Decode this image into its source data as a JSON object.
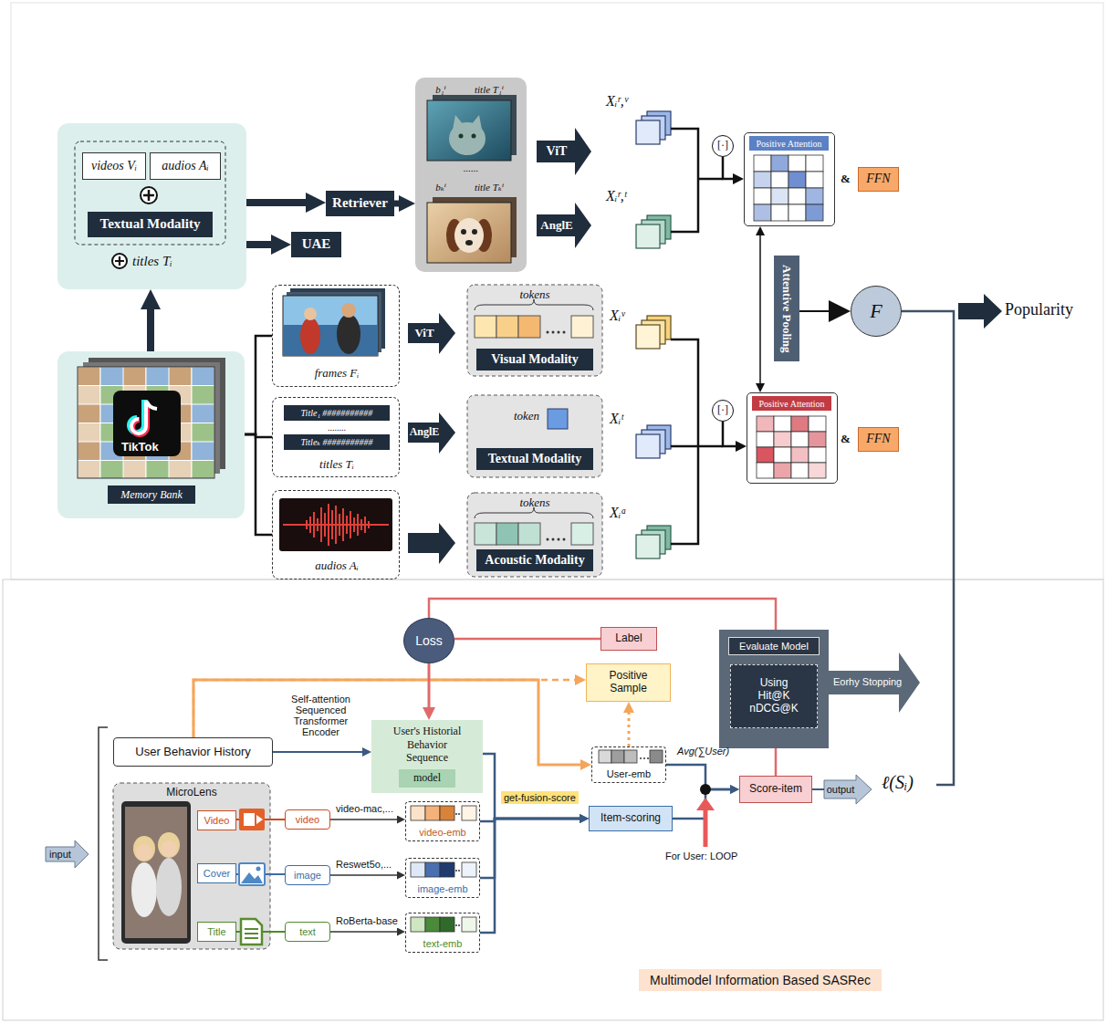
{
  "diagram": {
    "nodes": [
      {
        "text": [
          "titles Tᵢ"
        ]
      },
      {
        "text": [
          "videos Vᵢ"
        ],
        "in": 0
      },
      {
        "text": [
          "audios Aᵢ"
        ],
        "in": 0
      },
      {
        "text": [
          "Textual Modality"
        ],
        "in": 0
      },
      {
        "text": [
          "Retriever"
        ]
      },
      {
        "text": [
          "UAE"
        ]
      },
      {
        "text": [
          "b₁ⁱ",
          "title T₁ⁱ",
          "......",
          "bₖⁱ",
          "title Tₖⁱ"
        ]
      },
      {
        "text": [
          "ViT"
        ]
      },
      {
        "text": [
          "AnglE"
        ]
      },
      {
        "text": [
          "[·]"
        ]
      },
      {
        "text": [
          "Positive Attention"
        ]
      },
      {
        "text": [
          "FFN"
        ]
      },
      {
        "text": [
          "Attentive Pooling"
        ]
      },
      {
        "text": [
          "F"
        ]
      },
      {
        "text": [
          "Memory Bank"
        ]
      },
      {
        "text": [
          "frames Fᵢ"
        ]
      },
      {
        "text": [
          "ViT"
        ]
      },
      {
        "text": [
          "tokens",
          "Visual Modality"
        ]
      },
      {
        "text": [
          "Title₁ ###########",
          "........",
          "Titleₖ ###########",
          "titles Tᵢ"
        ]
      },
      {
        "text": [
          "AnglE"
        ]
      },
      {
        "text": [
          "token",
          "Textual Modality"
        ]
      },
      {
        "text": [
          "audios Aᵢ"
        ]
      },
      {
        "text": [
          "tokens",
          "Acoustic Modality"
        ]
      },
      {
        "text": [
          "[·]"
        ]
      },
      {
        "text": [
          "Positive Attention"
        ]
      },
      {
        "text": [
          "FFN"
        ]
      },
      {
        "text": [
          "Loss"
        ]
      },
      {
        "text": [
          "Label"
        ]
      },
      {
        "text": [
          "Positive Sample"
        ]
      },
      {
        "text": [
          "Evaluate Model"
        ]
      },
      {
        "text": [
          "Using",
          "Hit@K",
          "nDCG@K"
        ],
        "in": 29
      },
      {
        "text": [
          "User Behavior History"
        ]
      },
      {
        "text": [
          "User's Historial Behavior Sequence"
        ]
      },
      {
        "text": [
          "model"
        ],
        "in": 32
      },
      {
        "text": [
          "User-emb"
        ]
      },
      {
        "text": [
          "Item-scoring"
        ]
      },
      {
        "text": [
          "Score-item"
        ]
      },
      {
        "text": [
          "output"
        ]
      },
      {
        "text": [
          "MicroLens"
        ]
      },
      {
        "text": [
          "Video"
        ],
        "in": 38
      },
      {
        "text": [
          "Cover"
        ],
        "in": 38
      },
      {
        "text": [
          "Title"
        ],
        "in": 38
      },
      {
        "text": [
          "video"
        ]
      },
      {
        "text": [
          "image"
        ]
      },
      {
        "text": [
          "text"
        ]
      },
      {
        "text": [
          "video-emb"
        ]
      },
      {
        "text": [
          "image-emb"
        ]
      },
      {
        "text": [
          "text-emb"
        ]
      },
      {
        "text": [
          "input"
        ]
      }
    ],
    "edges": [
      {
        "from": 14,
        "to": 0,
        "arrow": "to"
      },
      {
        "from": 0,
        "to": 4,
        "arrow": "to"
      },
      {
        "from": 0,
        "to": 5,
        "arrow": "to"
      },
      {
        "from": 4,
        "to": 6,
        "arrow": "to"
      },
      {
        "from": 9,
        "to": 10,
        "arrow": "to"
      },
      {
        "from": 23,
        "to": 24,
        "arrow": "to"
      },
      {
        "from": 10,
        "to": 24,
        "arrow": "both"
      },
      {
        "from": 12,
        "to": 13,
        "arrow": "to"
      },
      {
        "from": 14,
        "to": 15,
        "arrow": "none"
      },
      {
        "from": 14,
        "to": 18,
        "arrow": "none"
      },
      {
        "from": 14,
        "to": 21,
        "arrow": "none"
      },
      {
        "from": 31,
        "to": 32,
        "arrow": "to"
      },
      {
        "from": 31,
        "to": 34,
        "arrow": "to"
      },
      {
        "from": 31,
        "to": 28,
        "arrow": "to"
      },
      {
        "from": 34,
        "to": 28,
        "arrow": "to"
      },
      {
        "from": 26,
        "to": 32,
        "arrow": "to"
      },
      {
        "from": 27,
        "to": 26,
        "arrow": "none"
      },
      {
        "from": 26,
        "to": 29,
        "arrow": "none"
      },
      {
        "from": 36,
        "to": 29,
        "arrow": "none"
      },
      {
        "from": 39,
        "to": 42,
        "arrow": "none"
      },
      {
        "from": 40,
        "to": 43,
        "arrow": "none"
      },
      {
        "from": 41,
        "to": 44,
        "arrow": "none"
      },
      {
        "from": 42,
        "to": 45,
        "arrow": "to",
        "label": "video-mac,..."
      },
      {
        "from": 43,
        "to": 46,
        "arrow": "to",
        "label": "Reswet5o,..."
      },
      {
        "from": 44,
        "to": 47,
        "arrow": "to",
        "label": "RoBerta-base"
      },
      {
        "from": 45,
        "to": 35,
        "arrow": "to",
        "label": "get-fusion-score"
      },
      {
        "from": 46,
        "to": 35,
        "arrow": "to"
      },
      {
        "from": 47,
        "to": 35,
        "arrow": "to"
      },
      {
        "from": 32,
        "to": 35,
        "arrow": "to"
      },
      {
        "from": 35,
        "to": 36,
        "arrow": "to"
      },
      {
        "from": 34,
        "to": 36,
        "arrow": "to"
      },
      {
        "from": 36,
        "to": 37,
        "arrow": "none"
      }
    ],
    "labels": [
      "Xᵢʳ,ᵛ",
      "Xᵢʳ,ᵗ",
      "&",
      "Popularity",
      "TikTok",
      "Xᵢᵛ",
      "Xᵢᵗ",
      "Xᵢᵃ",
      "&",
      "Self-attention Sequenced Transformer Encoder",
      "Avg(∑User)",
      "For User: LOOP",
      "ℓ(Sᵢ)",
      "Eorhy Stopping",
      "Multimodel Information Based SASRec"
    ]
  }
}
